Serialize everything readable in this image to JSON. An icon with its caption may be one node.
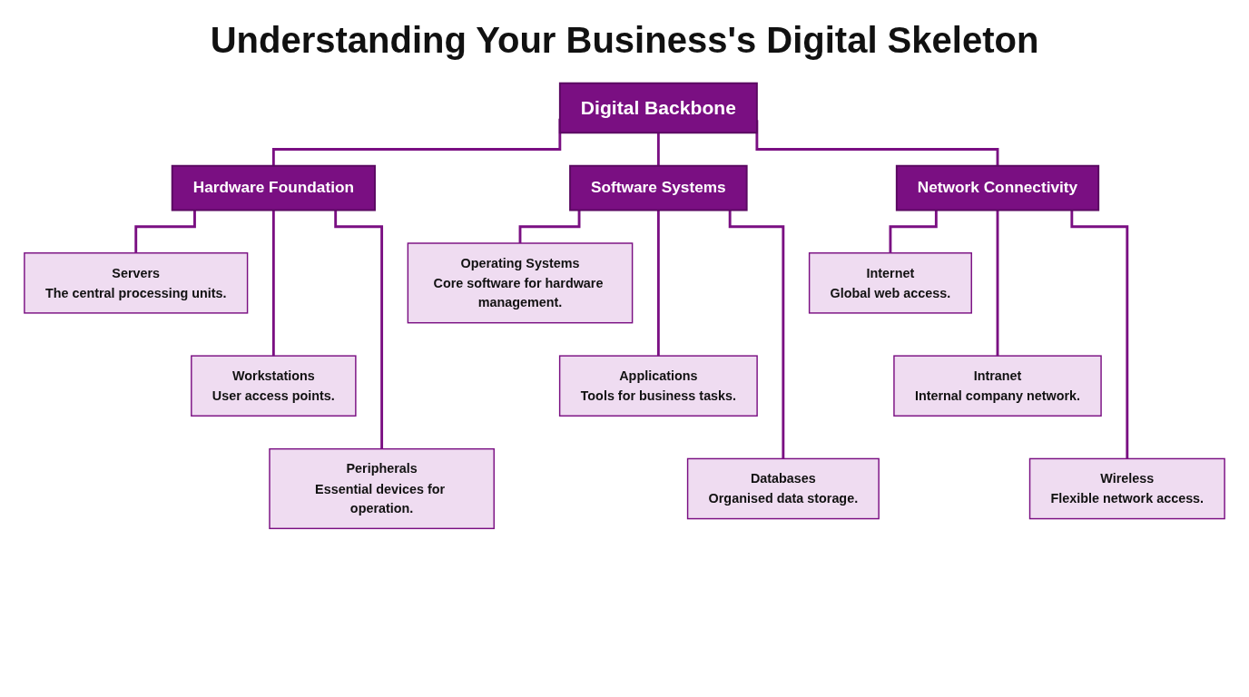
{
  "diagram": {
    "title": "Understanding Your Business's Digital Skeleton",
    "nodes": [
      {
        "text": [
          "Digital Backbone"
        ]
      },
      {
        "text": [
          "Hardware Foundation"
        ]
      },
      {
        "text": [
          "Servers",
          "The central processing units."
        ]
      },
      {
        "text": [
          "Workstations",
          "User access points."
        ]
      },
      {
        "text": [
          "Peripherals",
          "Essential devices for operation."
        ]
      },
      {
        "text": [
          "Software Systems"
        ]
      },
      {
        "text": [
          "Operating Systems",
          "Core software for hardware management."
        ]
      },
      {
        "text": [
          "Applications",
          "Tools for business tasks."
        ]
      },
      {
        "text": [
          "Databases",
          "Organised data storage."
        ]
      },
      {
        "text": [
          "Network Connectivity"
        ]
      },
      {
        "text": [
          "Internet",
          "Global web access."
        ]
      },
      {
        "text": [
          "Intranet",
          "Internal company network."
        ]
      },
      {
        "text": [
          "Wireless",
          "Flexible network access."
        ]
      }
    ],
    "edges": [
      {
        "from": 0,
        "to": 1,
        "arrow": "none"
      },
      {
        "from": 0,
        "to": 5,
        "arrow": "none"
      },
      {
        "from": 0,
        "to": 9,
        "arrow": "none"
      },
      {
        "from": 1,
        "to": 2,
        "arrow": "none"
      },
      {
        "from": 1,
        "to": 3,
        "arrow": "none"
      },
      {
        "from": 1,
        "to": 4,
        "arrow": "none"
      },
      {
        "from": 5,
        "to": 6,
        "arrow": "none"
      },
      {
        "from": 5,
        "to": 7,
        "arrow": "none"
      },
      {
        "from": 5,
        "to": 8,
        "arrow": "none"
      },
      {
        "from": 9,
        "to": 10,
        "arrow": "none"
      },
      {
        "from": 9,
        "to": 11,
        "arrow": "none"
      },
      {
        "from": 9,
        "to": 12,
        "arrow": "none"
      }
    ]
  }
}
